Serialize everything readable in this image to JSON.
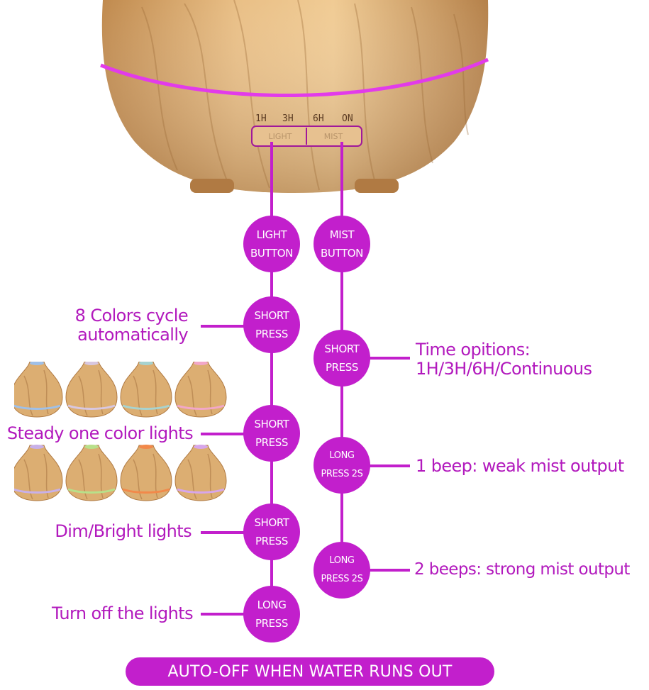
{
  "colors": {
    "accent": "#c21fcc",
    "label_text": "#b219bd",
    "wood_light": "#e9bf86",
    "wood_dark": "#b07a43",
    "led_ring": "#e23bea"
  },
  "device": {
    "timer_labels": [
      "1H",
      "3H",
      "6H",
      "ON"
    ],
    "light_key": "LIGHT",
    "mist_key": "MIST"
  },
  "light_chain": {
    "header": [
      "LIGHT",
      "BUTTON"
    ],
    "steps": [
      {
        "press": [
          "SHORT",
          "PRESS"
        ],
        "label": [
          "8 Colors cycle",
          "automatically"
        ]
      },
      {
        "press": [
          "SHORT",
          "PRESS"
        ],
        "label": [
          "Steady one color lights"
        ]
      },
      {
        "press": [
          "SHORT",
          "PRESS"
        ],
        "label": [
          "Dim/Bright lights"
        ]
      },
      {
        "press": [
          "LONG",
          "PRESS"
        ],
        "label": [
          "Turn off the lights"
        ]
      }
    ]
  },
  "mist_chain": {
    "header": [
      "MIST",
      "BUTTON"
    ],
    "steps": [
      {
        "press": [
          "SHORT",
          "PRESS"
        ],
        "label": [
          "Time opitions:",
          "1H/3H/6H/Continuous"
        ]
      },
      {
        "press": [
          "LONG",
          "PRESS 2S"
        ],
        "label": [
          "1 beep: weak mist output"
        ]
      },
      {
        "press": [
          "LONG",
          "PRESS 2S"
        ],
        "label": [
          "2 beeps: strong mist output"
        ]
      }
    ]
  },
  "thumbnails": {
    "glow_colors": [
      "#9fc0e8",
      "#d8c7e0",
      "#a7d3d0",
      "#f2a7c8",
      "#c8b0e8",
      "#b8e08a",
      "#f2894a",
      "#d7a6ea"
    ]
  },
  "footer": {
    "banner": "AUTO-OFF WHEN WATER RUNS OUT"
  }
}
